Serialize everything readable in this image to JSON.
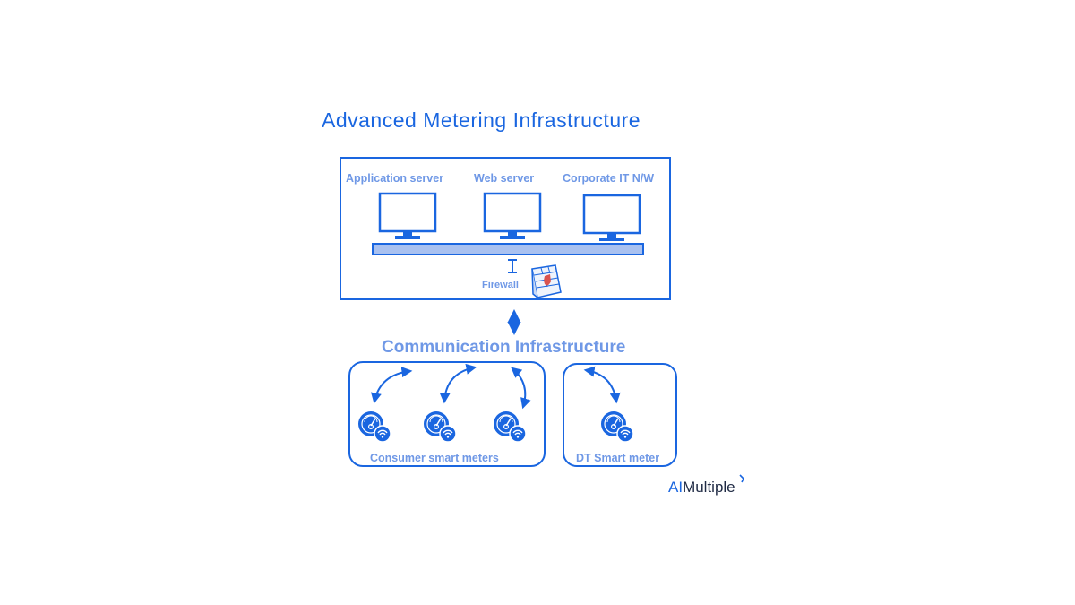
{
  "title": "Advanced Metering Infrastructure",
  "servers": {
    "application": "Application server",
    "web": "Web server",
    "corporate": "Corporate IT N/W"
  },
  "firewall": "Firewall",
  "communication": "Communication Infrastructure",
  "consumer_group": "Consumer smart meters",
  "dt_group": "DT Smart meter",
  "logo": {
    "ai": "AI",
    "rest": "Multiple"
  },
  "colors": {
    "primary": "#1a66e0",
    "light": "#6f98e6",
    "bar_fill": "#a9c1f0",
    "firewall_red": "#d9534f"
  },
  "icons": [
    "monitor-icon",
    "firewall-icon",
    "smart-meter-icon",
    "wifi-icon",
    "bidirectional-arrow-icon"
  ]
}
